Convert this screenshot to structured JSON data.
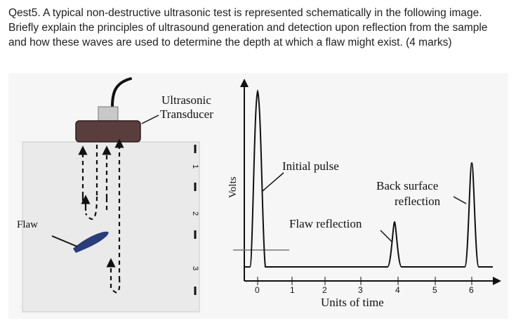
{
  "question": {
    "text": "Qest5. A typical non-destructive ultrasonic test is represented schematically in the following image. Briefly explain the principles of ultrasound generation and detection upon reflection from the sample and how these waves are used to determine the depth at which a flaw might exist. (4 marks)"
  },
  "figure": {
    "transducer_label_line1": "Ultrasonic",
    "transducer_label_line2": "Transducer",
    "flaw_label": "Flaw",
    "path_labels": [
      "1",
      "2",
      "3"
    ],
    "y_axis_label": "Volts",
    "x_axis_label": "Units of time",
    "x_ticks": [
      "0",
      "1",
      "2",
      "3",
      "4",
      "5",
      "6"
    ],
    "annotations": {
      "initial_pulse": "Initial pulse",
      "back_surface_line1": "Back surface",
      "back_surface_line2": "reflection",
      "flaw_reflection": "Flaw reflection"
    }
  }
}
